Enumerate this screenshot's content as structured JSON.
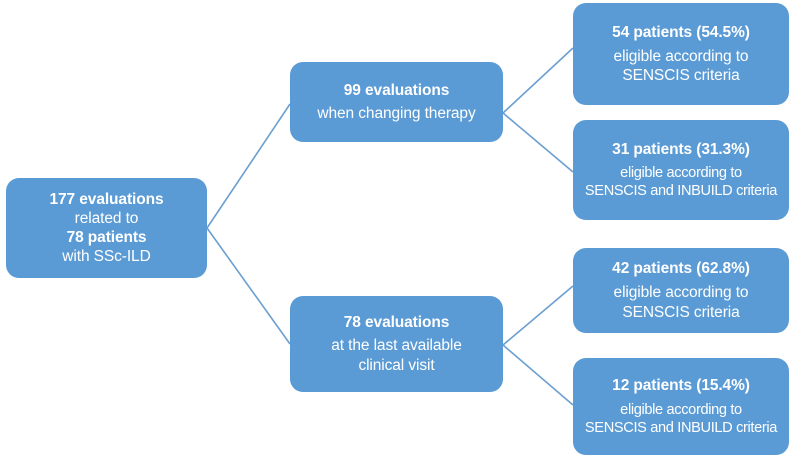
{
  "figure": {
    "type": "flowchart",
    "orientation": "left-to-right",
    "colors": {
      "node_fill": "#5B9BD5",
      "node_text": "#FFFFFF",
      "connector": "#6A9FD0",
      "background": "#FFFFFF"
    }
  },
  "nodes": {
    "root": {
      "id": "root",
      "lines": [
        {
          "text": "177 evaluations",
          "bold": true
        },
        {
          "text": "related to",
          "bold": false
        },
        {
          "text": "78 patients",
          "bold": true
        },
        {
          "text": "with SSc-ILD",
          "bold": false
        }
      ]
    },
    "changing_therapy": {
      "id": "changing-therapy",
      "lines": [
        {
          "text": "99 evaluations",
          "bold": true
        },
        {
          "text": "when changing therapy",
          "bold": false
        }
      ]
    },
    "last_visit": {
      "id": "last-visit",
      "lines": [
        {
          "text": "78 evaluations",
          "bold": true
        },
        {
          "text": "at the last available",
          "bold": false
        },
        {
          "text": "clinical visit",
          "bold": false
        }
      ]
    },
    "leaf_1": {
      "id": "senscis-changing",
      "lines": [
        {
          "text": "54 patients (54.5%)",
          "bold": true
        },
        {
          "text": "eligible according to",
          "bold": false
        },
        {
          "text": "SENSCIS criteria",
          "bold": false
        }
      ]
    },
    "leaf_2": {
      "id": "senscis-inbuild-changing",
      "lines": [
        {
          "text": "31 patients (31.3%)",
          "bold": true
        },
        {
          "text": "eligible according to",
          "bold": false
        },
        {
          "text": "SENSCIS and INBUILD criteria",
          "bold": false
        }
      ]
    },
    "leaf_3": {
      "id": "senscis-lastvisit",
      "lines": [
        {
          "text": "42 patients (62.8%)",
          "bold": true
        },
        {
          "text": "eligible according to",
          "bold": false
        },
        {
          "text": "SENSCIS criteria",
          "bold": false
        }
      ]
    },
    "leaf_4": {
      "id": "senscis-inbuild-lastvisit",
      "lines": [
        {
          "text": "12 patients (15.4%)",
          "bold": true
        },
        {
          "text": "eligible according to",
          "bold": false
        },
        {
          "text": "SENSCIS and INBUILD criteria",
          "bold": false
        }
      ]
    }
  },
  "edges": [
    {
      "from": "root",
      "to": "changing_therapy"
    },
    {
      "from": "root",
      "to": "last_visit"
    },
    {
      "from": "changing_therapy",
      "to": "leaf_1"
    },
    {
      "from": "changing_therapy",
      "to": "leaf_2"
    },
    {
      "from": "last_visit",
      "to": "leaf_3"
    },
    {
      "from": "last_visit",
      "to": "leaf_4"
    }
  ]
}
